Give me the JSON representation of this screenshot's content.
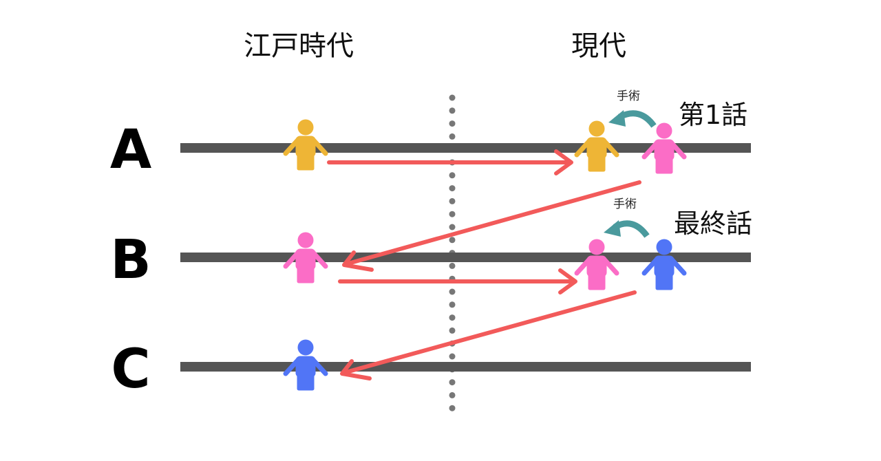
{
  "header": {
    "edo_label": "江戸時代",
    "modern_label": "現代"
  },
  "lines": [
    {
      "id": "A",
      "label": "A"
    },
    {
      "id": "B",
      "label": "B"
    },
    {
      "id": "C",
      "label": "C"
    }
  ],
  "episodes": {
    "first": "第1話",
    "final": "最終話"
  },
  "surgery": {
    "top": "手術",
    "middle": "手術"
  },
  "colors": {
    "yellow": "#eeb536",
    "pink": "#fb6dc6",
    "blue": "#5175f6",
    "red_arrow": "#f25a5a",
    "teal": "#4a9a9d",
    "timeline": "#555555",
    "divider": "#777777"
  },
  "figures": [
    {
      "name": "person-yellow-edo-a",
      "color": "yellow",
      "era": "edo",
      "line": "A"
    },
    {
      "name": "person-yellow-modern-a",
      "color": "yellow",
      "era": "modern",
      "line": "A"
    },
    {
      "name": "person-pink-modern-a",
      "color": "pink",
      "era": "modern",
      "line": "A"
    },
    {
      "name": "person-pink-edo-b",
      "color": "pink",
      "era": "edo",
      "line": "B"
    },
    {
      "name": "person-pink-modern-b",
      "color": "pink",
      "era": "modern",
      "line": "B"
    },
    {
      "name": "person-blue-modern-b",
      "color": "blue",
      "era": "modern",
      "line": "B"
    },
    {
      "name": "person-blue-edo-c",
      "color": "blue",
      "era": "edo",
      "line": "C"
    }
  ]
}
